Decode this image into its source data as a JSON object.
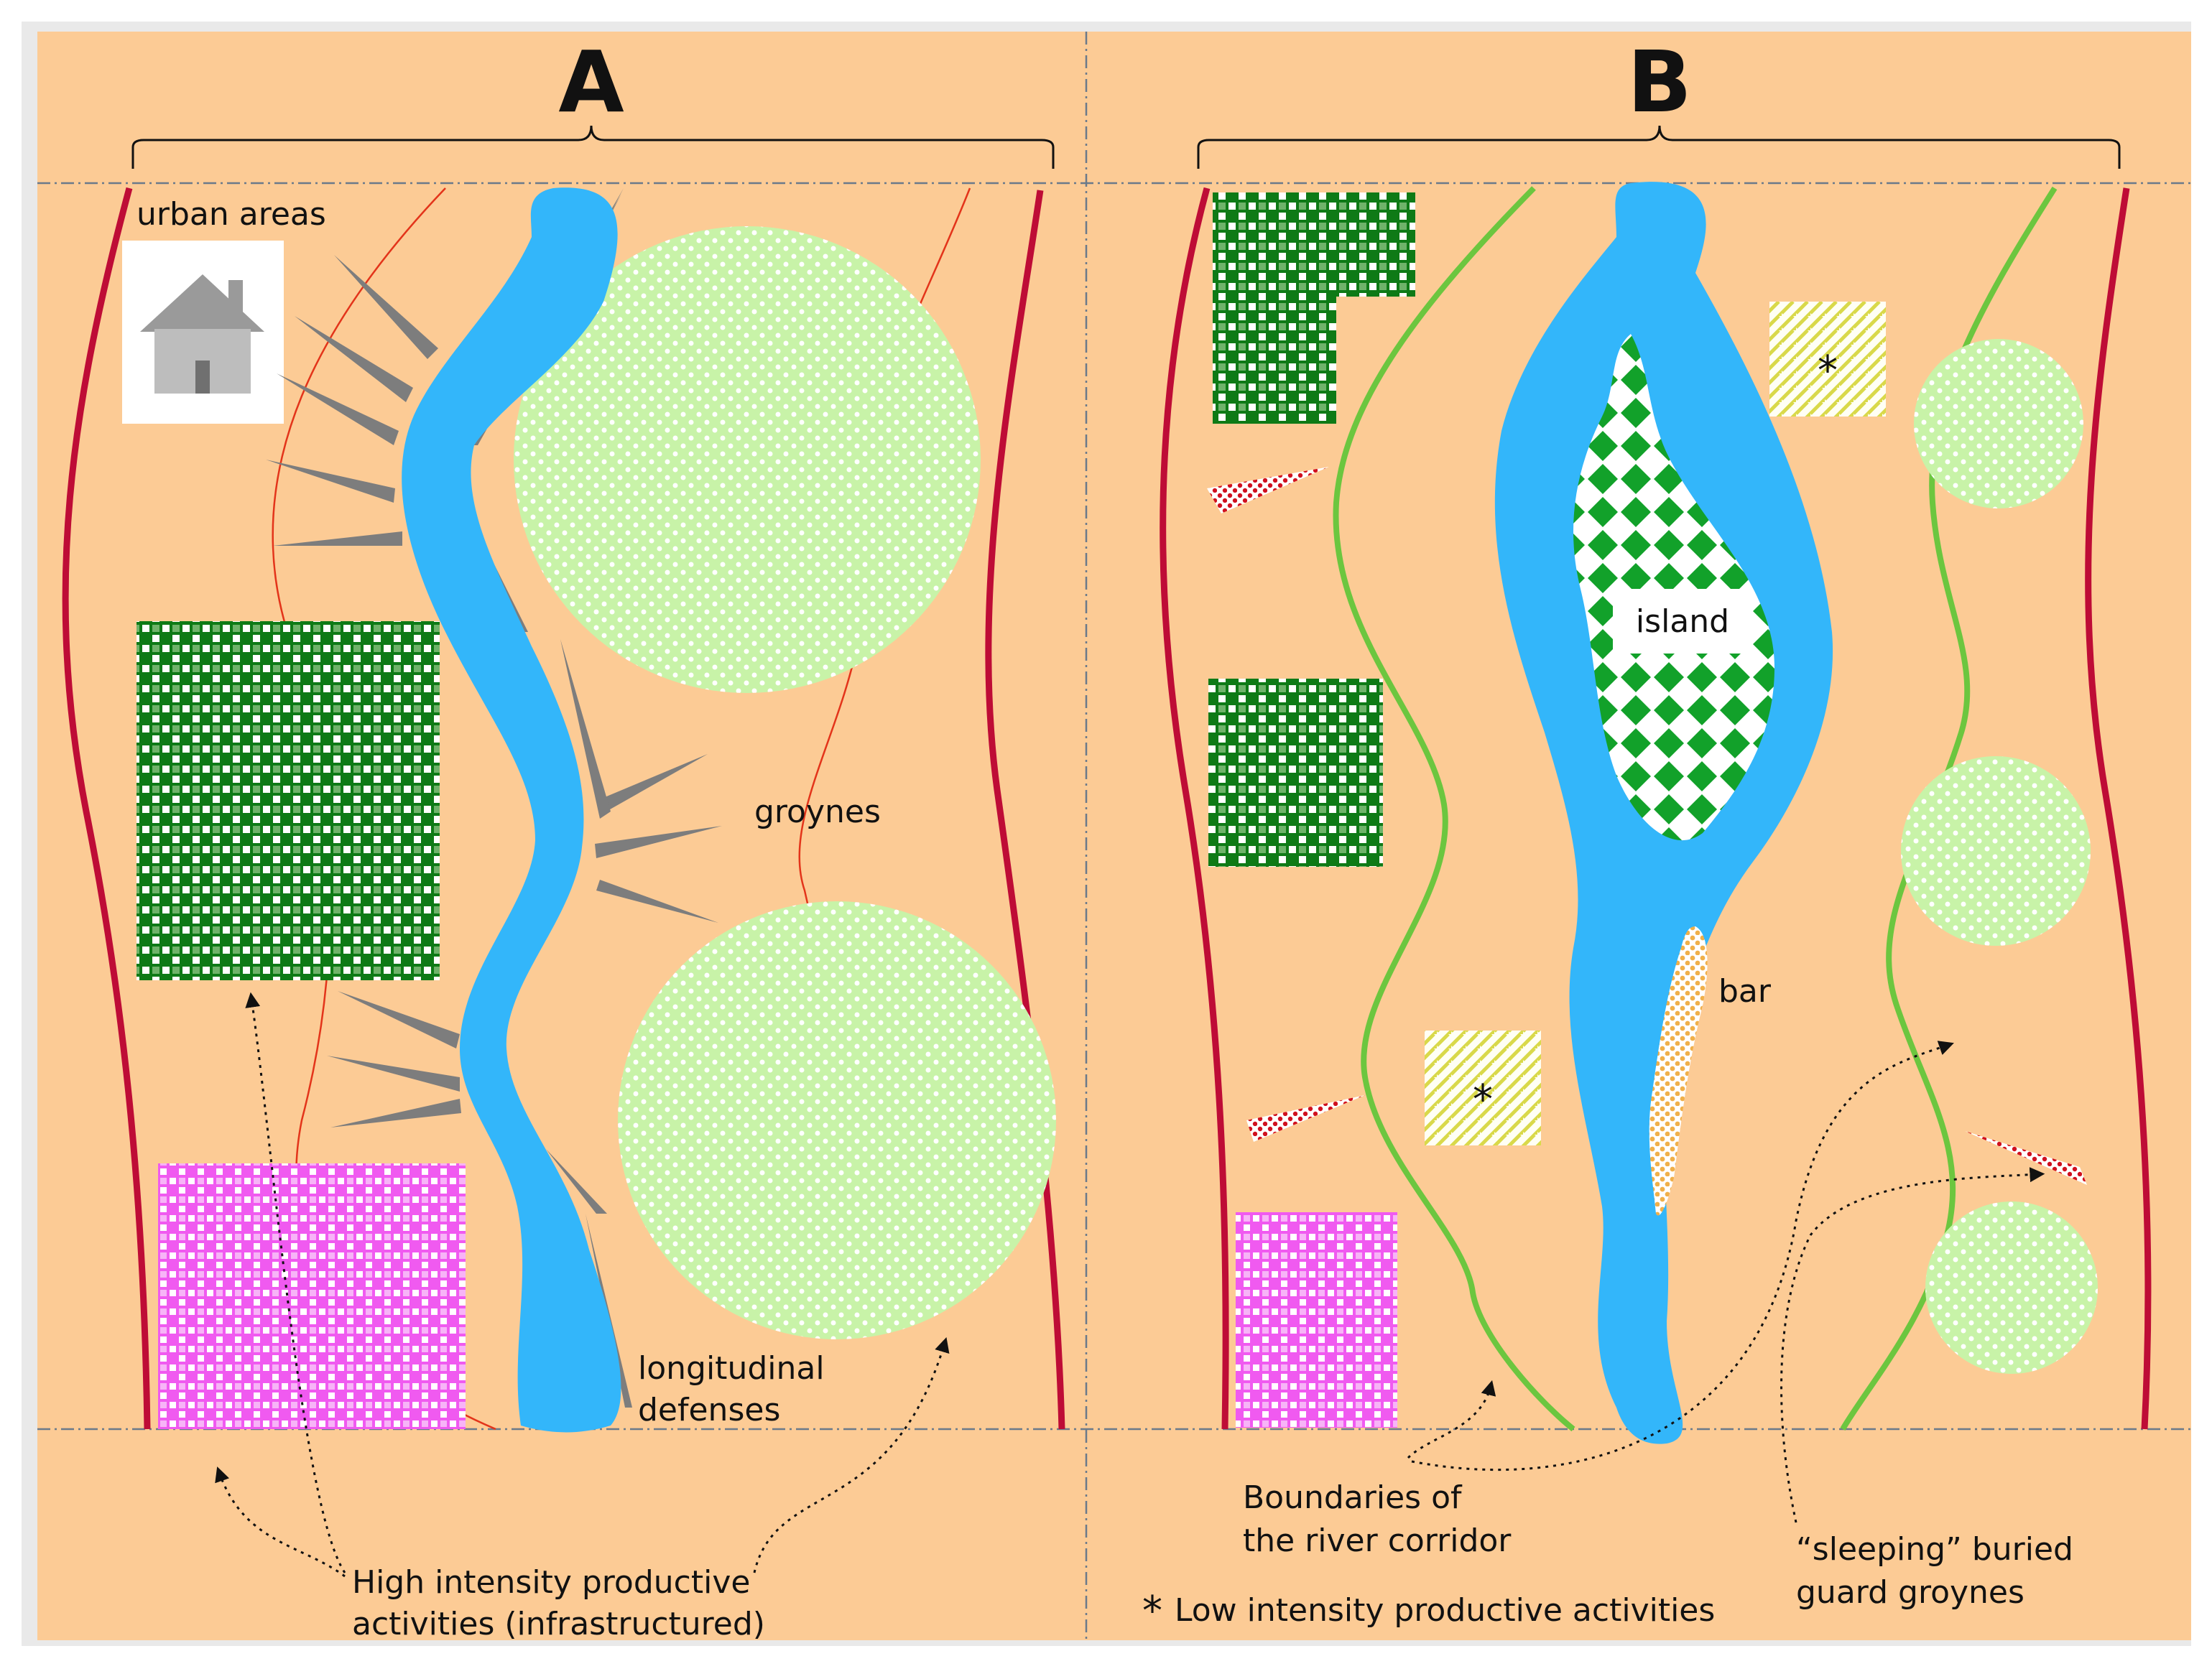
{
  "panels": {
    "a": {
      "heading": "A",
      "urban_areas": "urban areas",
      "groynes": "groynes",
      "longitudinal_line1": "longitudinal",
      "longitudinal_line2": "defenses",
      "high_line1": "High intensity productive",
      "high_line2": "activities (infrastructured)"
    },
    "b": {
      "heading": "B",
      "island": "island",
      "bar": "bar",
      "boundaries_line1": "Boundaries of",
      "boundaries_line2": "the river corridor",
      "low_intensity": "Low intensity productive activities",
      "low_symbol": "*",
      "sleeping_line1": "“sleeping” buried",
      "sleeping_line2": "guard groynes"
    }
  },
  "colors": {
    "background": "#FCCB95",
    "river": "#33B6FA",
    "levee": "#BE0C36",
    "corridor": "#6CC63F",
    "groyne": "#7D7D7D",
    "dark_green": "#0E7A16",
    "light_green": "#C8F3A8",
    "magenta": "#F05AF0",
    "yellow_hatch": "#D9D94A",
    "red_dots": "#D0101E",
    "bar_dots": "#F0B04A"
  }
}
